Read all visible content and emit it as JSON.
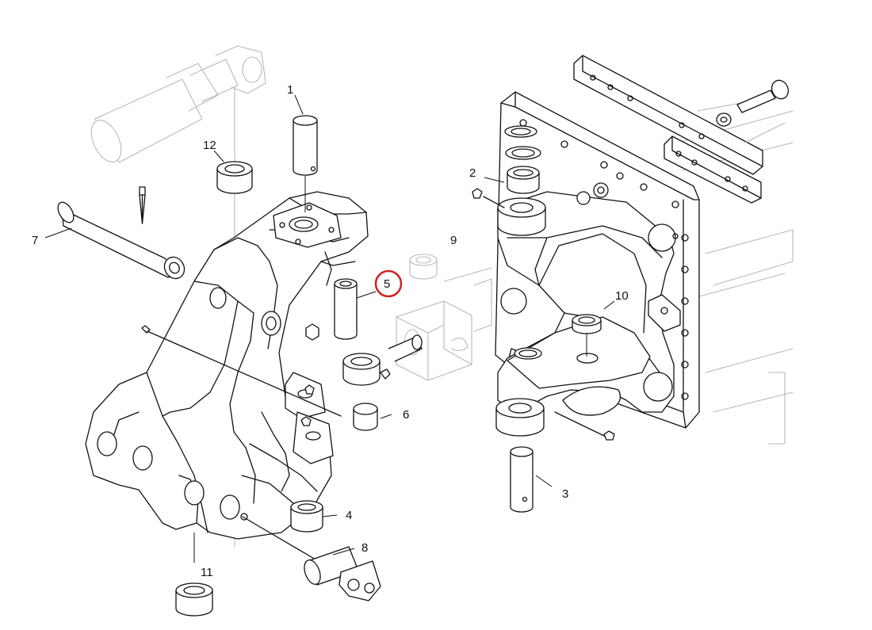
{
  "diagram": {
    "callouts": [
      "1",
      "2",
      "3",
      "4",
      "5",
      "6",
      "7",
      "8",
      "9",
      "10",
      "11",
      "12"
    ],
    "highlighted_callout": "5",
    "highlight_color": "#d42020"
  }
}
